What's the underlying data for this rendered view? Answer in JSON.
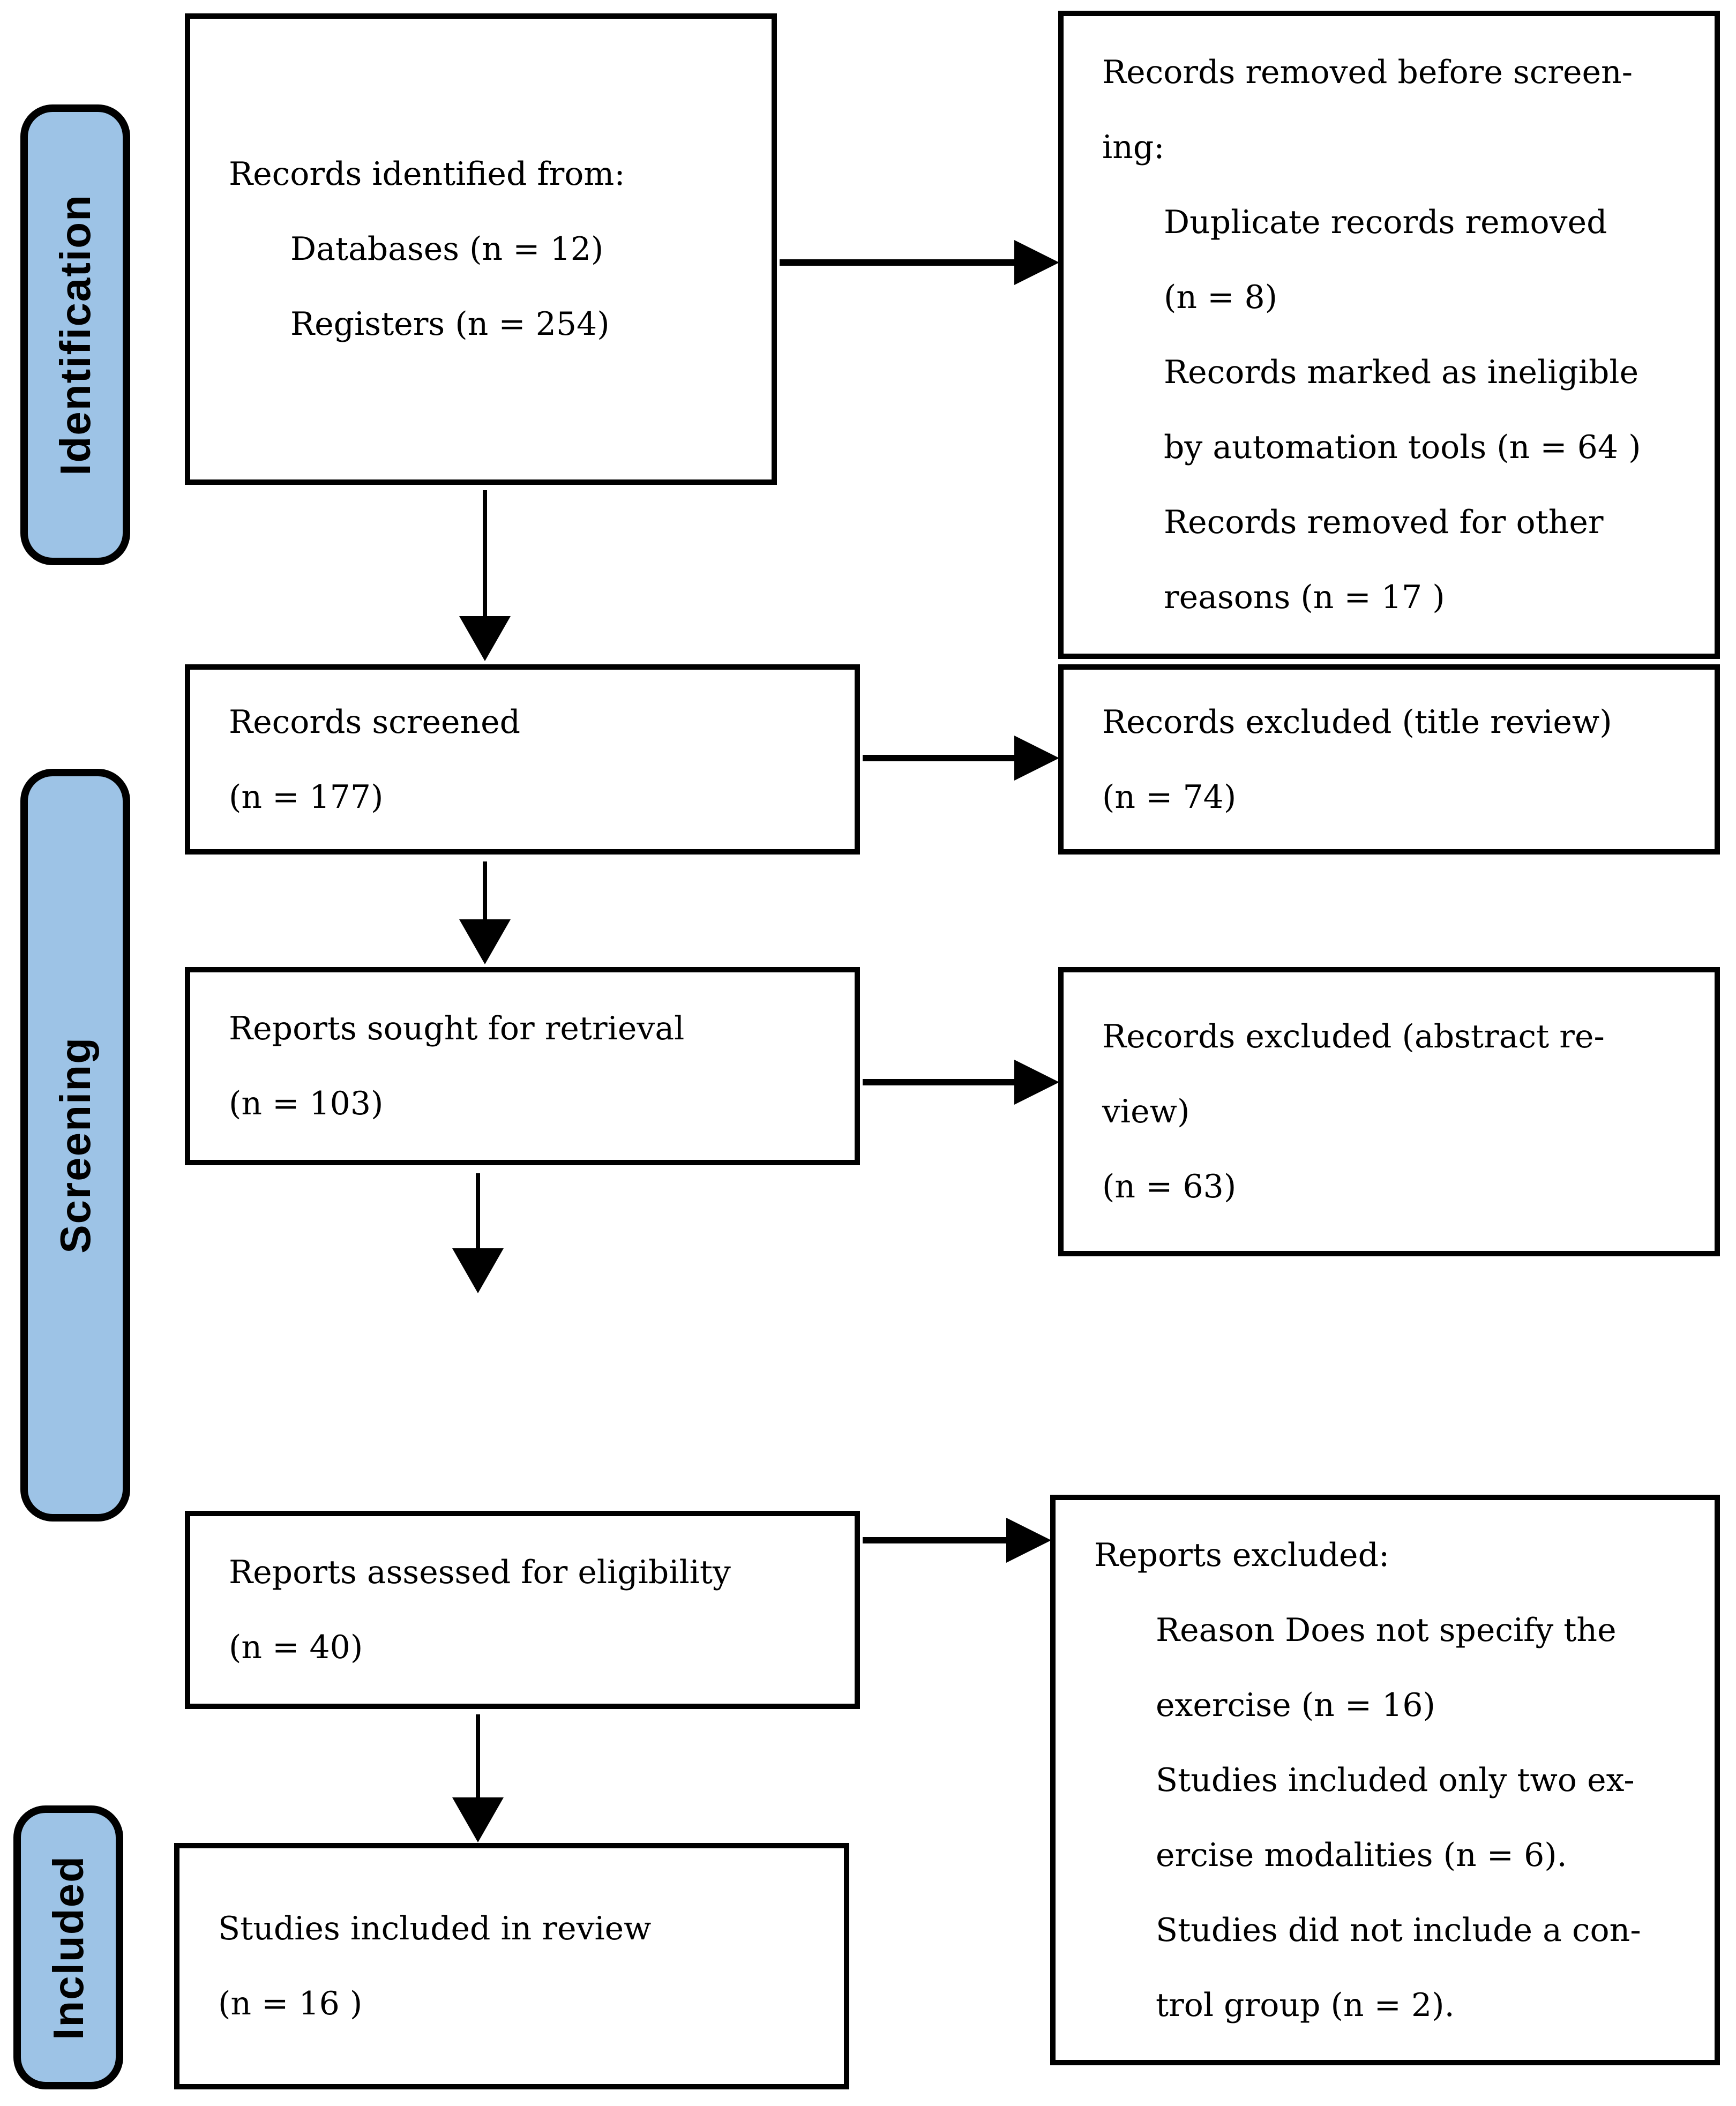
{
  "rails": [
    {
      "label": "Identification"
    },
    {
      "label": "Screening"
    },
    {
      "label": "Included"
    }
  ],
  "boxes": {
    "identified": {
      "lines": [
        "Records identified from:",
        "Databases (n = 12)",
        "Registers (n = 254)"
      ]
    },
    "removed_before_screening": {
      "lines": [
        "Records removed before screen-\ning:",
        "Duplicate records removed\n(n = 8)",
        "Records marked as ineligible\nby automation tools (n = 64 )",
        "Records removed for other\nreasons (n = 17 )"
      ]
    },
    "screened": {
      "lines": [
        "Records screened",
        "(n = 177)"
      ]
    },
    "excluded_title": {
      "lines": [
        "Records excluded (title review)",
        "(n = 74)"
      ]
    },
    "sought": {
      "lines": [
        "Reports sought for retrieval",
        "(n = 103)"
      ]
    },
    "excluded_abstract": {
      "lines": [
        "Records excluded (abstract re-\nview)",
        "(n = 63)"
      ]
    },
    "assessed": {
      "lines": [
        "Reports assessed for eligibility",
        "(n = 40)"
      ]
    },
    "reports_excluded": {
      "lines": [
        "Reports excluded:",
        "Reason Does not specify the\nexercise (n = 16)",
        "Studies included only two ex-\nercise modalities (n = 6).",
        "Studies did not include a con-\ntrol group (n = 2)."
      ]
    },
    "included_review": {
      "lines": [
        "Studies included in review",
        "(n = 16 )"
      ]
    }
  },
  "colors": {
    "rail_fill": "#9DC3E6",
    "border": "#000000",
    "background": "#FFFFFF",
    "text": "#000000"
  }
}
